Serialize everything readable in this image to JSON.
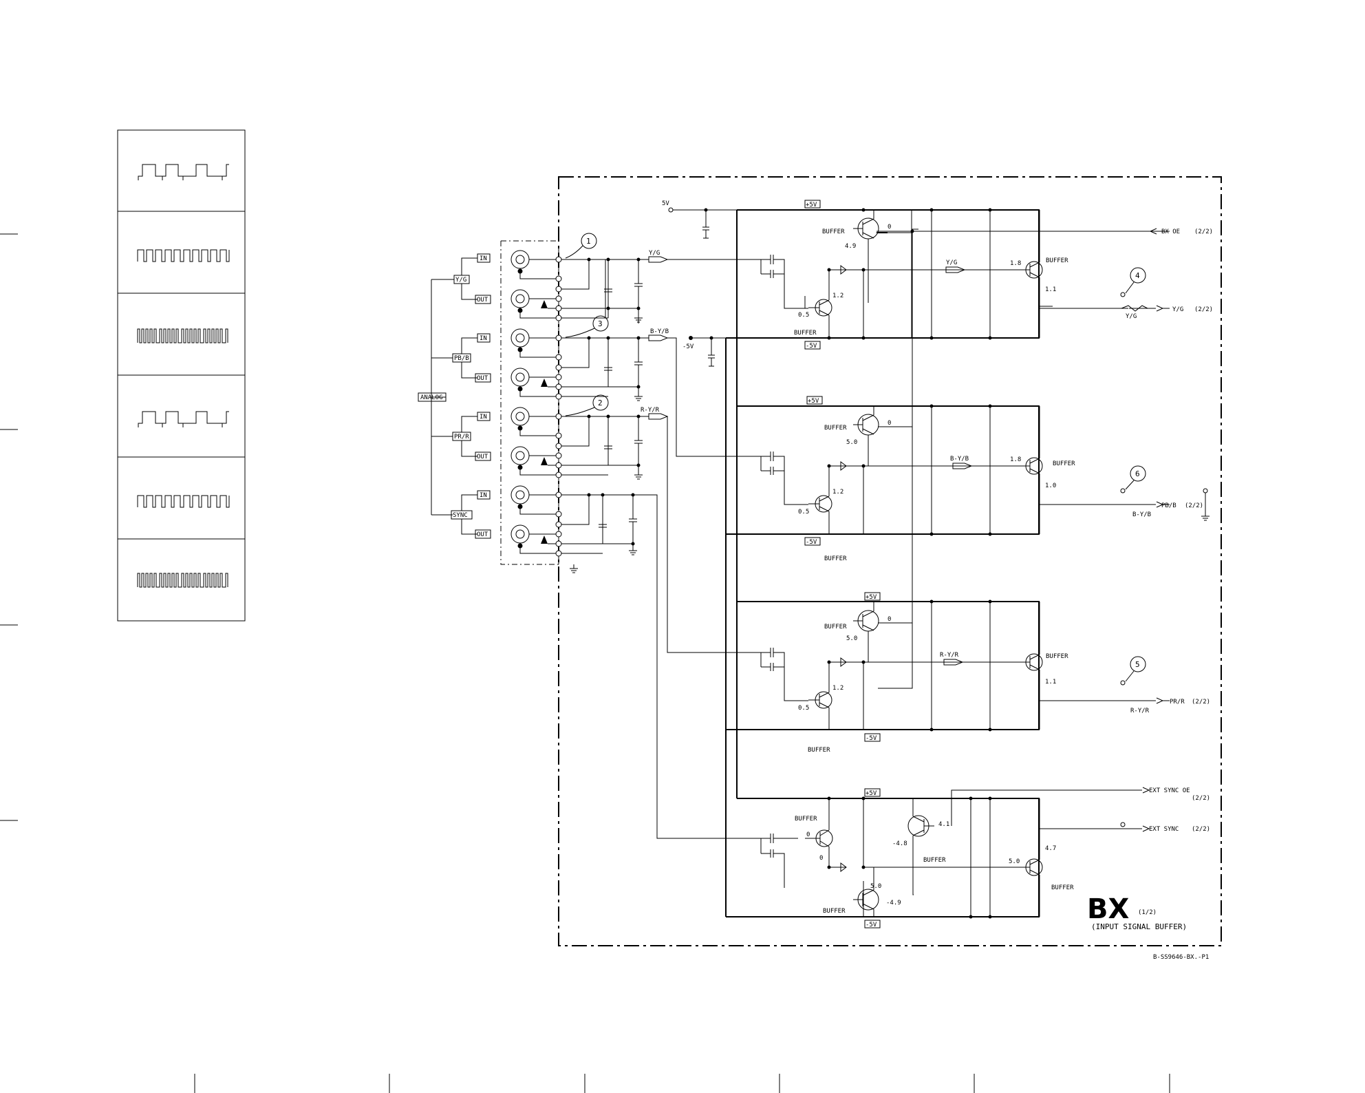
{
  "board": {
    "title": "BX",
    "part": "(1/2)",
    "subtitle": "(INPUT SIGNAL BUFFER)",
    "drawing_number": "B-SS9646-BX.-P1"
  },
  "inputs": {
    "analog": "ANALOG",
    "groups": [
      {
        "name": "Y/G",
        "in": "IN",
        "out": "OUT"
      },
      {
        "name": "PB/B",
        "in": "IN",
        "out": "OUT"
      },
      {
        "name": "PR/R",
        "in": "IN",
        "out": "OUT"
      },
      {
        "name": "SYNC",
        "in": "IN",
        "out": "OUT"
      }
    ]
  },
  "test_points": [
    "1",
    "2",
    "3",
    "4",
    "5",
    "6"
  ],
  "rails": {
    "p5": "+5V",
    "m5": "-5V",
    "v5": "5V",
    "vm5": "-5V"
  },
  "buffer_label": "BUFFER",
  "signals": {
    "yg": "Y/G",
    "byb": "B-Y/B",
    "ryr": "R-Y/R"
  },
  "outputs": [
    {
      "label": "BX OE",
      "ref": "(2/2)"
    },
    {
      "label": "Y/G",
      "ref": "(2/2)"
    },
    {
      "label": "PB/B",
      "ref": "(2/2)"
    },
    {
      "label": "PR/R",
      "ref": "(2/2)"
    },
    {
      "label": "EXT SYNC OE",
      "ref": "(2/2)"
    },
    {
      "label": "EXT SYNC",
      "ref": "(2/2)"
    }
  ],
  "voltages": {
    "v0": "0",
    "v05": "0.5",
    "v12": "1.2",
    "v18": "1.8",
    "v11": "1.1",
    "v10": "1.0",
    "v49": "4.9",
    "v50": "5.0",
    "v41": "4.1",
    "vm48": "-4.8",
    "vm49": "-4.9",
    "v47": "4.7"
  }
}
